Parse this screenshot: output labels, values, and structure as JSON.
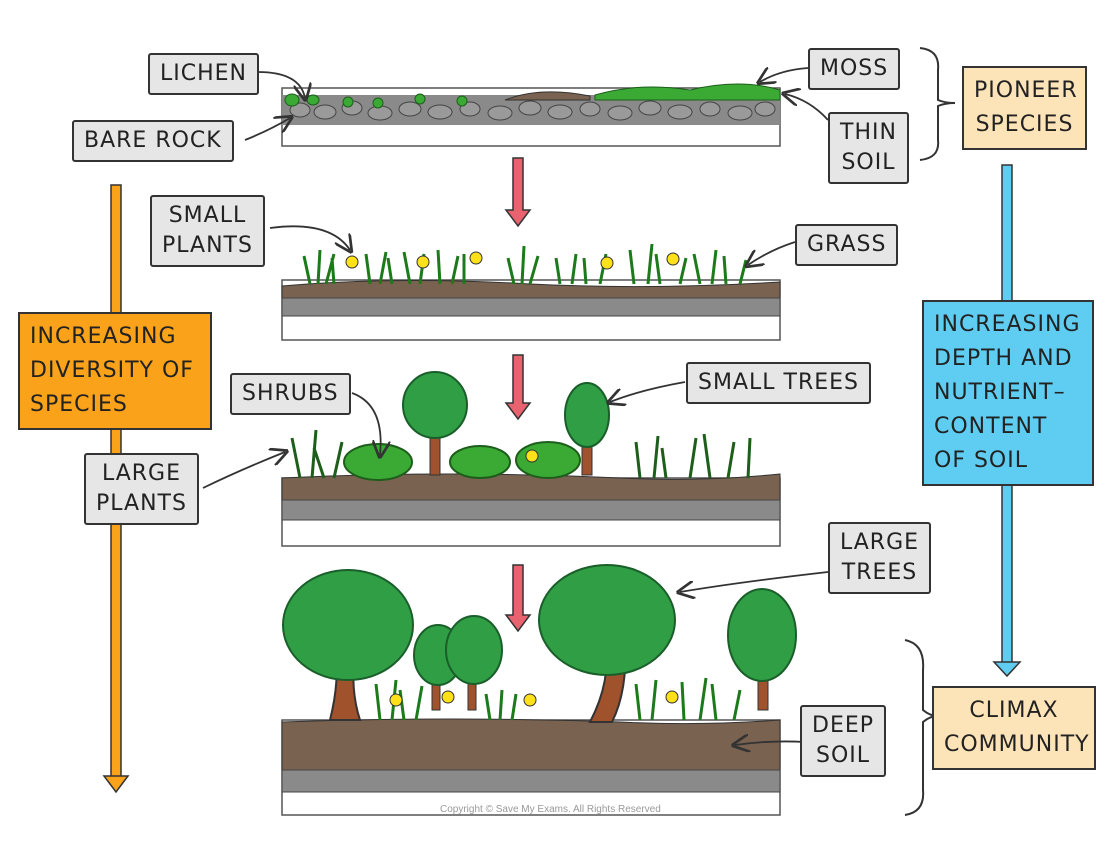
{
  "labels": {
    "lichen": "LICHEN",
    "bare_rock": "BARE ROCK",
    "moss": "MOSS",
    "thin_soil": [
      "THIN",
      "SOIL"
    ],
    "small_plants": [
      "SMALL",
      "PLANTS"
    ],
    "grass": "GRASS",
    "shrubs": "SHRUBS",
    "small_trees": "SMALL TREES",
    "large_plants": [
      "LARGE",
      "PLANTS"
    ],
    "large_trees": [
      "LARGE",
      "TREES"
    ],
    "deep_soil": [
      "DEEP",
      "SOIL"
    ]
  },
  "boxes": {
    "pioneer": [
      "PIONEER",
      "SPECIES"
    ],
    "diversity": [
      "INCREASING",
      "DIVERSITY OF",
      "SPECIES"
    ],
    "soil_depth": [
      "INCREASING",
      "DEPTH AND",
      "NUTRIENT–",
      "CONTENT",
      "OF SOIL"
    ],
    "climax": [
      "CLIMAX",
      "COMMUNITY"
    ]
  },
  "copyright": "Copyright © Save My Exams. All Rights Reserved",
  "colors": {
    "orange_arrow": "#f9a21a",
    "blue_arrow": "#5fcdf2",
    "red_arrow": "#e8636f",
    "soil": "#7a6250",
    "rock": "#8a8a8a",
    "plant": "#3aaa35",
    "tree": "#2f9e44",
    "trunk": "#a0522d",
    "flower": "#ffe11a"
  }
}
